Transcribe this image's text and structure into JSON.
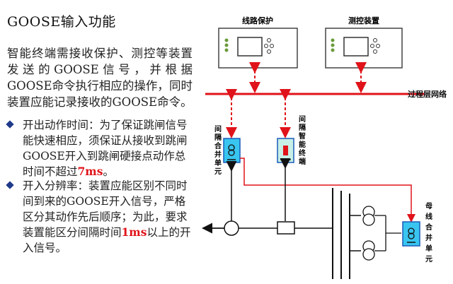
{
  "title": "GOOSE输入功能",
  "intro": "智能终端需接收保护、测控等装置发送的GOOSE信号，并根据GOOSE命令执行相应的操作，同时装置应能记录接收的GOOSE命令。",
  "bullets": [
    {
      "pre": "开出动作时间：为了保证跳闸信号能快速相应，须保证从接收到跳闸GOOSE开入到跳闸硬接点动作总时间不超过",
      "hl": "7ms",
      "post": "。"
    },
    {
      "pre": "开入分辨率：装置应能区别不同时间到来的GOOSE开入信号，严格区分其动作先后顺序；为此，要求装置能区分间隔时间",
      "hl": "1ms",
      "post": "以上的开入信号。"
    }
  ],
  "diagram": {
    "device1": "线路保护",
    "device2": "测控装置",
    "network": "过程层网络",
    "merge_unit": [
      "间",
      "隔",
      "合",
      "并",
      "单",
      "元"
    ],
    "smart_terminal": [
      "间",
      "隔",
      "智",
      "能",
      "终",
      "端"
    ],
    "bus_merge_unit": [
      "母",
      "线",
      "合",
      "并",
      "单",
      "元"
    ]
  },
  "colors": {
    "red": "#e0131a",
    "bullet": "#1f3a8a",
    "cyan": "#38c5f0",
    "lightcyan": "#c7efe7",
    "blue": "#1a5ab8"
  }
}
